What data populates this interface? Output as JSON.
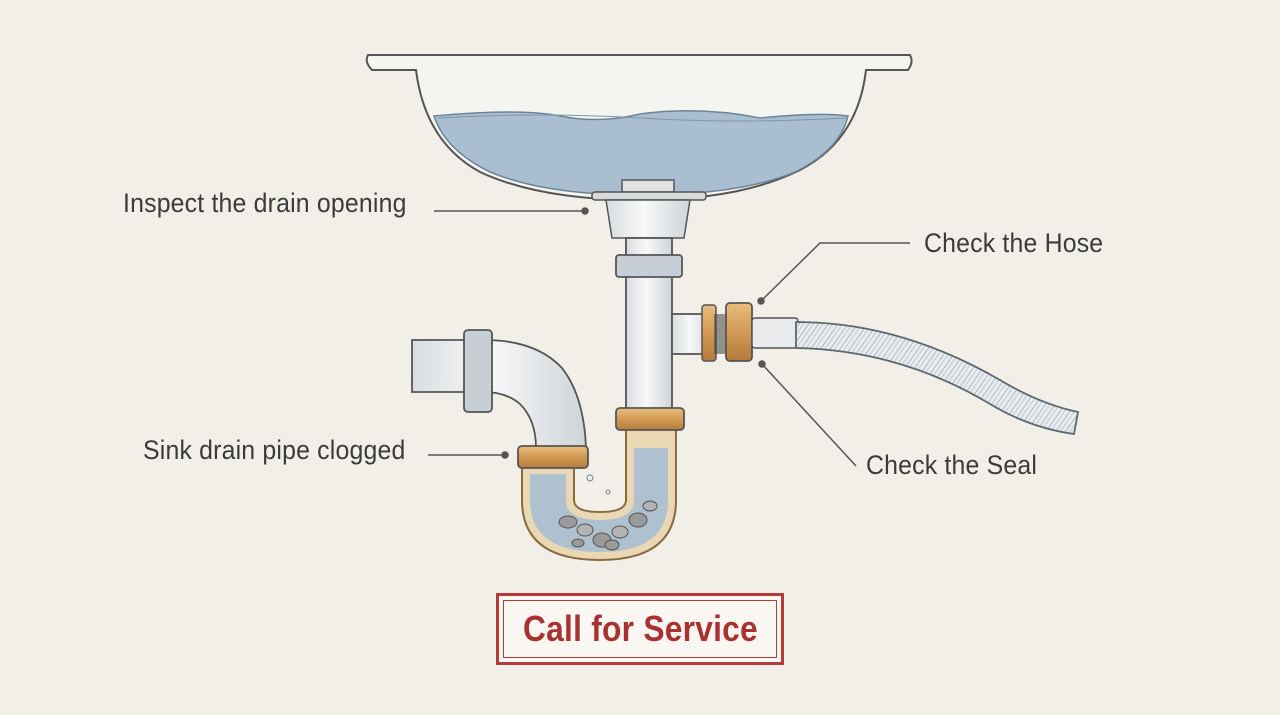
{
  "labels": {
    "inspect": "Inspect the drain opening",
    "hose": "Check the Hose",
    "clog": "Sink drain pipe clogged",
    "seal": "Check the Seal"
  },
  "cta": {
    "label": "Call for Service"
  },
  "colors": {
    "background": "#f1efe8",
    "water": "#a9bfd1",
    "pipe": "#eef0f0",
    "brass": "#d4a060",
    "accent_red": "#b53a3a",
    "debris": "#9a9a9a"
  }
}
